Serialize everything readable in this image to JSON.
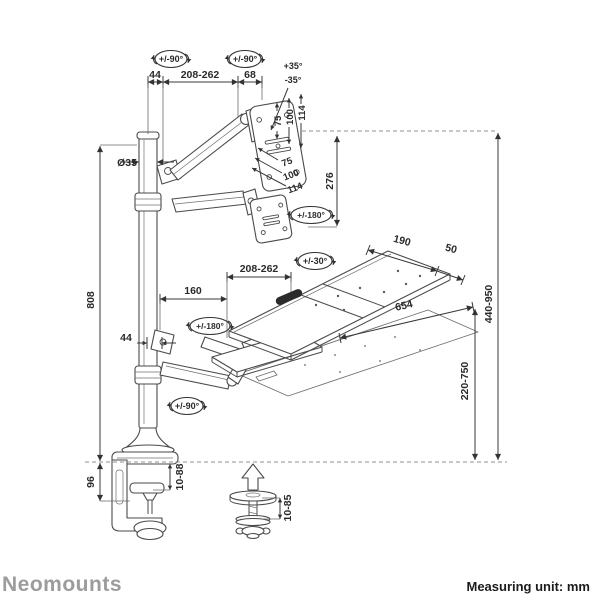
{
  "page": {
    "brand": "Neomounts",
    "measuring_note": "Measuring unit: mm"
  },
  "colors": {
    "background": "#ffffff",
    "drawing_line": "#4a4a4a",
    "dimension_line": "#383838",
    "dimension_text": "#2a2a2a",
    "reference_dash": "#8f8f8f",
    "brand_text": "#9c9c9c",
    "note_text": "#1b1b1b",
    "handle_fill": "#2b2b2b"
  },
  "rotations": {
    "pole_swivel": "+/-90°",
    "monitor_head_swivel": "+/-90°",
    "monitor_tilt_up": "+35°",
    "monitor_tilt_down": "-35°",
    "vesa_rotation": "+/-180°",
    "tray_tilt": "+/-30°",
    "tray_rotation": "+/-180°",
    "lower_arm_swivel": "+/-90°"
  },
  "dimensions": {
    "pole_to_arm_offset_top": "44",
    "monitor_arm_reach": "208-262",
    "head_offset": "68",
    "vesa_plate_vertical": [
      "75",
      "100",
      "114"
    ],
    "vesa_plate_horizontal": [
      "75",
      "100",
      "114"
    ],
    "head_to_vesa_drop": "276",
    "pole_diameter": "Ø35",
    "platform_depth": "190",
    "platform_edge": "50",
    "tray_arm_reach": "208-262",
    "tray_arm_length": "160",
    "platform_width": "654",
    "worksurface_height_range": "440-950",
    "pole_height": "808",
    "pole_to_arm_offset_bottom": "44",
    "tray_height_range": "220-750",
    "clamp_height": "96",
    "clamp_thickness_range": "10-88",
    "grommet_thickness_range": "10-85"
  }
}
